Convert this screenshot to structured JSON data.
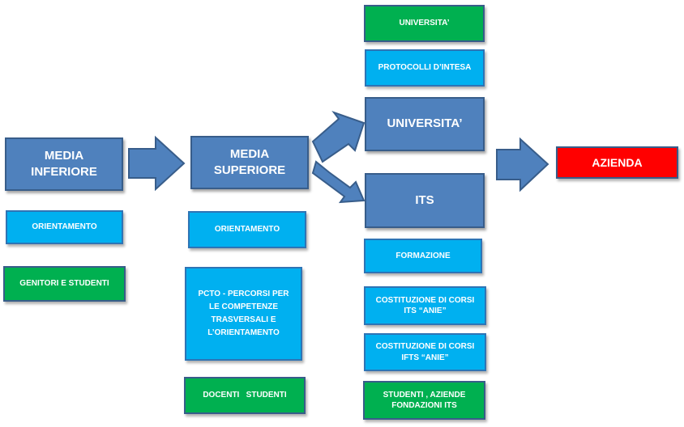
{
  "colors": {
    "main_box": "#4f81bd",
    "main_border": "#385d8a",
    "light_box": "#00b0f0",
    "green_box": "#00b050",
    "red_box": "#ff0000"
  },
  "nodes": {
    "media_inferiore": "MEDIA INFERIORE",
    "orientamento_inferiore": "ORIENTAMENTO",
    "genitori_studenti": "GENITORI E STUDENTI",
    "media_superiore": "MEDIA SUPERIORE",
    "orientamento_superiore": "ORIENTAMENTO",
    "pcto": "PCTO - PERCORSI PER LE COMPETENZE TRASVERSALI E L’ORIENTAMENTO",
    "docenti_studenti": "DOCENTI   STUDENTI",
    "universita_small": "UNIVERSITA’",
    "protocolli": "PROTOCOLLI D’INTESA",
    "universita_main": "UNIVERSITA’",
    "its": "ITS",
    "formazione": "FORMAZIONE",
    "corsi_its": "COSTITUZIONE DI CORSI ITS “ANIE”",
    "corsi_ifts": "COSTITUZIONE DI CORSI IFTS “ANIE”",
    "studenti_aziende": "STUDENTI , AZIENDE FONDAZIONI ITS",
    "azienda": "AZIENDA"
  }
}
